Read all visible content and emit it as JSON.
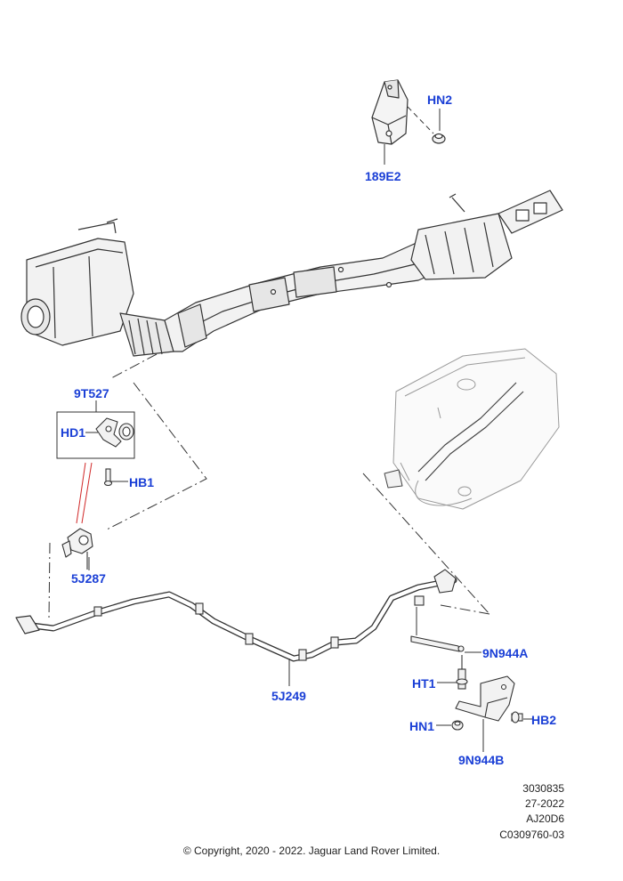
{
  "callouts": {
    "hn2": "HN2",
    "e189e2": "189E2",
    "t9t527": "9T527",
    "hd1": "HD1",
    "hb1": "HB1",
    "j5j287": "5J287",
    "j5j249": "5J249",
    "n9n944a": "9N944A",
    "ht1": "HT1",
    "hb2": "HB2",
    "hn1": "HN1",
    "n9n944b": "9N944B"
  },
  "reference": {
    "line1": "3030835",
    "line2": "27-2022",
    "line3": "AJ20D6",
    "line4": "C0309760-03"
  },
  "copyright": "© Copyright, 2020 - 2022. Jaguar Land Rover Limited.",
  "colors": {
    "callout_text": "#1a3fd6",
    "line_art": "#333333",
    "ghost_art": "#9a9a9a",
    "red_link": "#d12a2a"
  }
}
